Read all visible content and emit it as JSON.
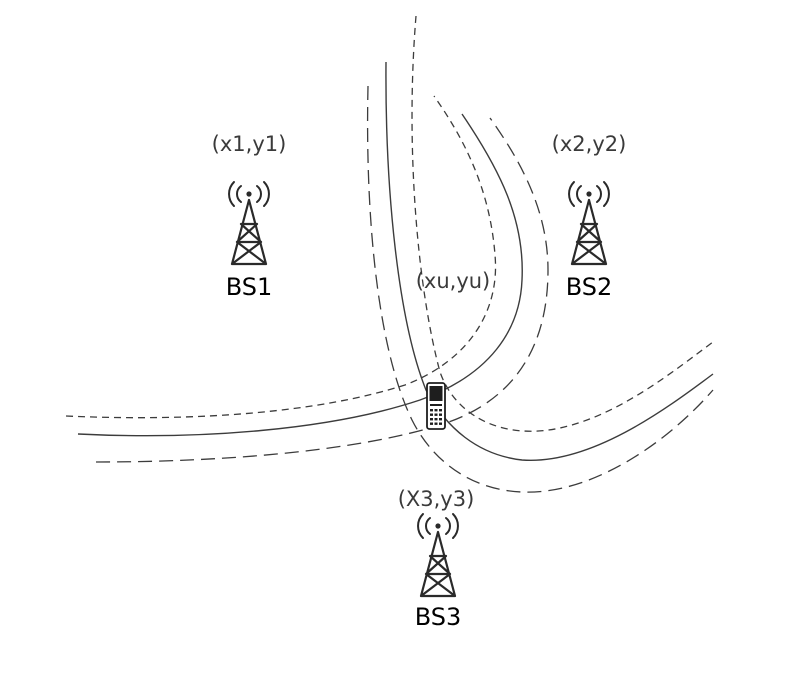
{
  "stations": [
    {
      "name": "BS1",
      "coord": "(x1,y1)",
      "icon": "antenna-tower-icon"
    },
    {
      "name": "BS2",
      "coord": "(x2,y2)",
      "icon": "antenna-tower-icon"
    },
    {
      "name": "BS3",
      "coord": "(X3,y3)",
      "icon": "antenna-tower-icon"
    }
  ],
  "user": {
    "coord": "(xu,yu)",
    "icon": "mobile-phone-icon"
  }
}
